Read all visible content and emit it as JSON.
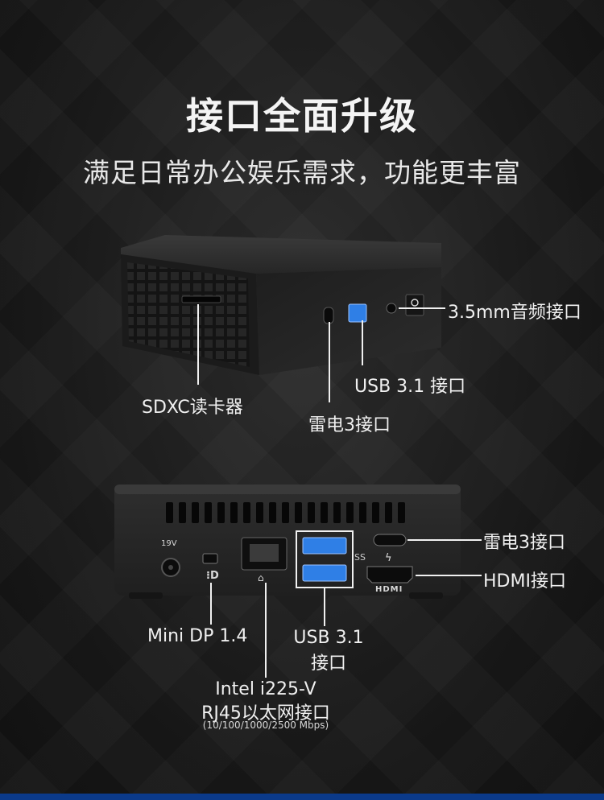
{
  "heading": {
    "title": "接口全面升级",
    "subtitle": "满足日常办公娱乐需求，功能更丰富"
  },
  "front_panel": {
    "audio_label": "3.5mm音频接口",
    "usb_label": "USB 3.1 接口",
    "thunderbolt_label": "雷电3接口",
    "sdxc_label": "SDXC读卡器"
  },
  "rear_panel": {
    "thunderbolt_label": "雷电3接口",
    "hdmi_label": "HDMI接口",
    "minidp_label": "Mini DP 1.4",
    "usb_label_line1": "USB 3.1",
    "usb_label_line2": "接口",
    "ethernet_line1": "Intel i225-V",
    "ethernet_line2": "RJ45以太网接口",
    "ethernet_line3": "(10/100/1000/2500 Mbps)",
    "power_marking": "19V",
    "hdmi_logo": "HDMI"
  },
  "colors": {
    "usb_blue": "#2f7fe6",
    "device_body": "#232323",
    "accent_bar": "#0b3a8a"
  }
}
